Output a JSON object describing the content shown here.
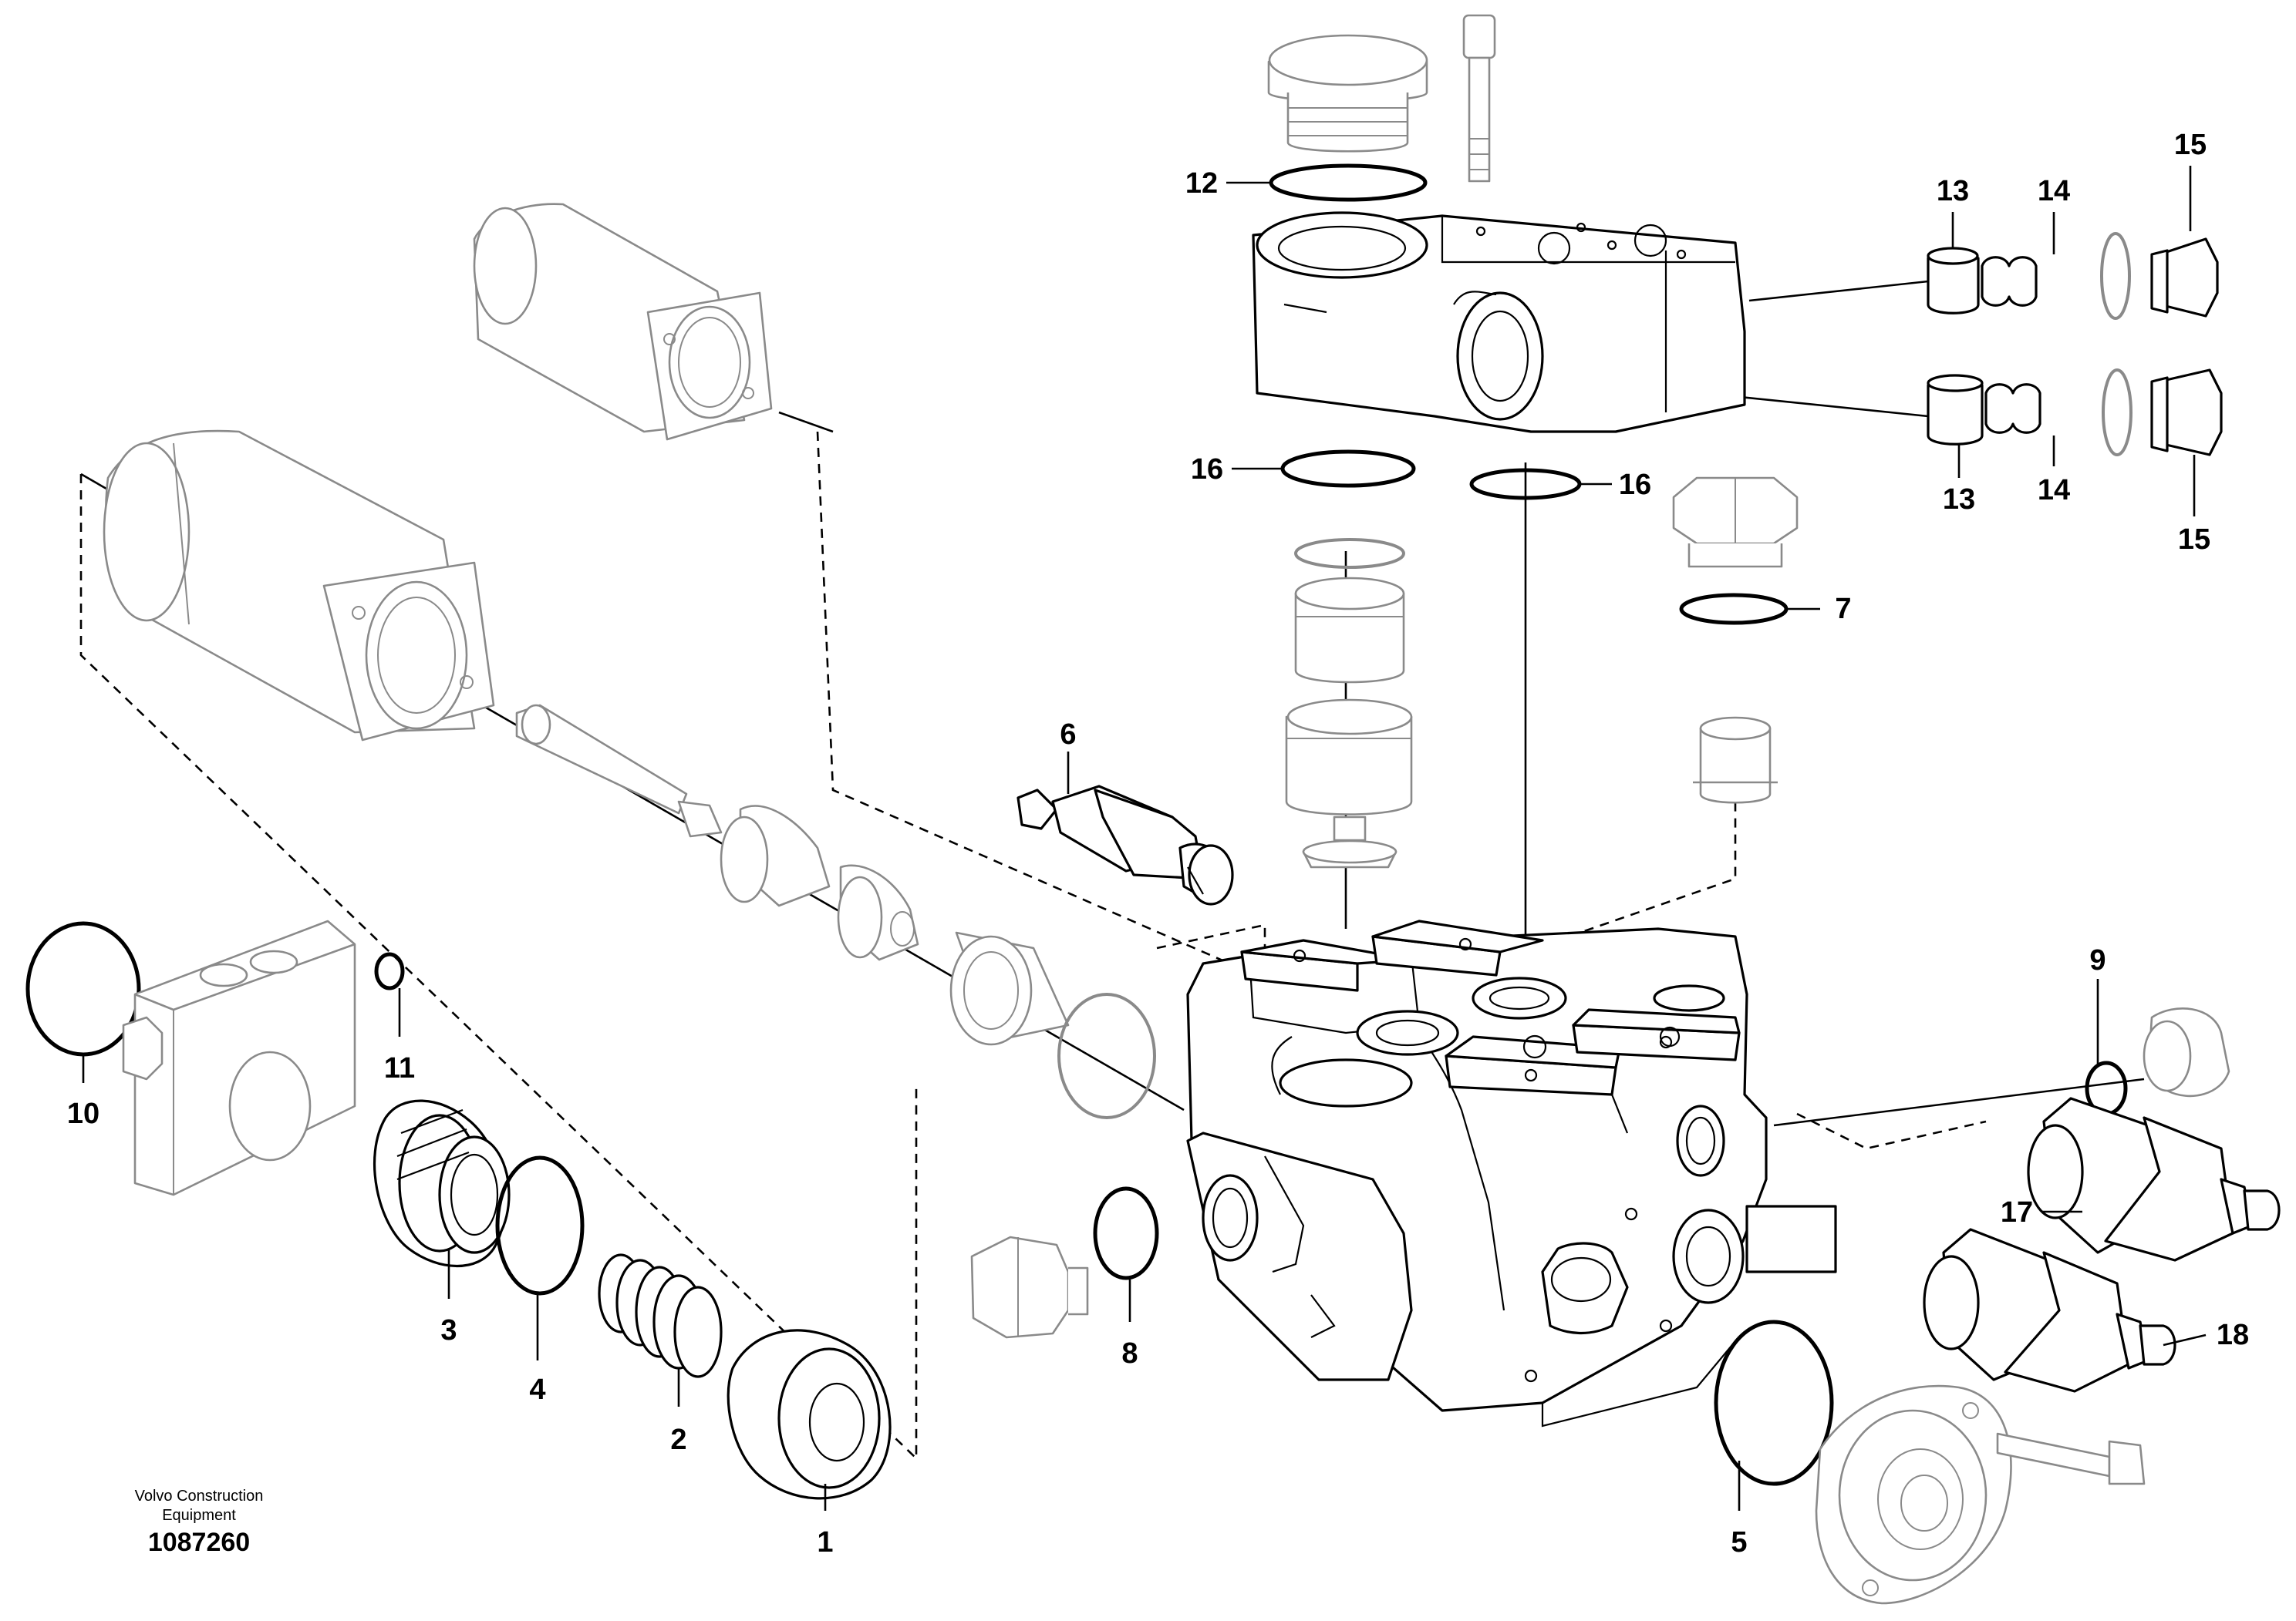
{
  "diagram": {
    "callouts": [
      "1",
      "2",
      "3",
      "4",
      "5",
      "6",
      "7",
      "8",
      "9",
      "10",
      "11",
      "12",
      "13",
      "14",
      "15",
      "16",
      "17",
      "18"
    ],
    "source_line1": "Volvo Construction",
    "source_line2": "Equipment",
    "drawing_number": "1087260"
  }
}
